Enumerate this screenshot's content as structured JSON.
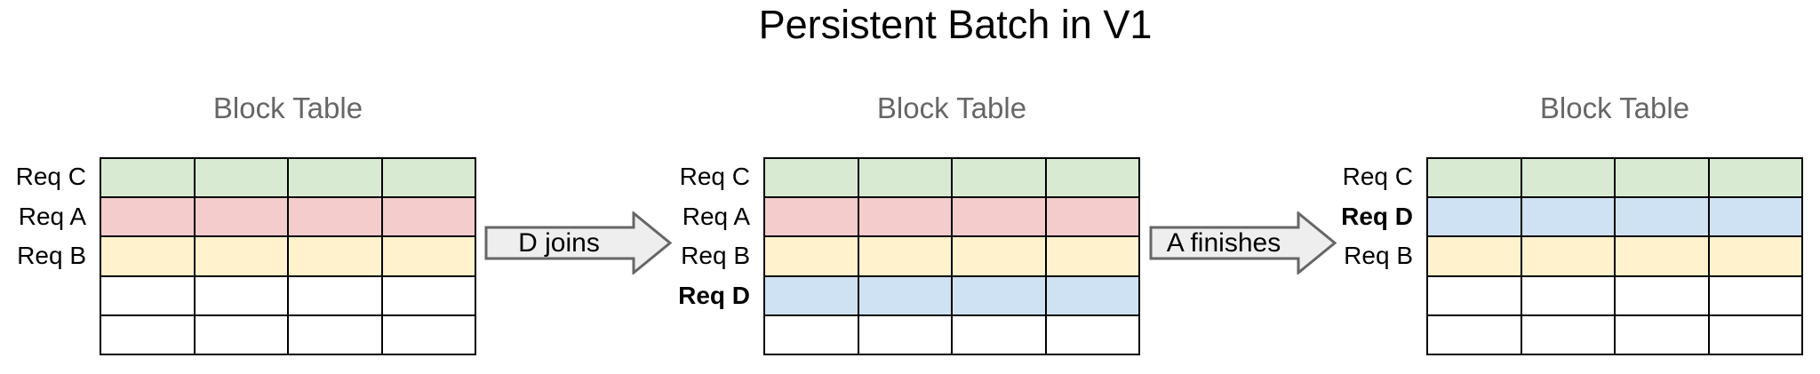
{
  "title": "Persistent Batch in V1",
  "colors": {
    "green": "#d9ead3",
    "red": "#f4cccc",
    "yellow": "#fff2cc",
    "blue": "#cfe2f3",
    "white": "#ffffff",
    "table_border": "#000000",
    "panel_title_gray": "#666666",
    "arrow_fill": "#eeeeee",
    "arrow_border": "#666666",
    "title_black": "#000000"
  },
  "arrows": [
    {
      "label": "D joins"
    },
    {
      "label": "A finishes"
    }
  ],
  "tables": [
    {
      "title": "Block Table",
      "columns": 4,
      "rows": [
        {
          "label": "Req C",
          "bold": false,
          "fill": "green"
        },
        {
          "label": "Req A",
          "bold": false,
          "fill": "red"
        },
        {
          "label": "Req B",
          "bold": false,
          "fill": "yellow"
        },
        {
          "label": "",
          "bold": false,
          "fill": "white"
        },
        {
          "label": "",
          "bold": false,
          "fill": "white"
        }
      ]
    },
    {
      "title": "Block Table",
      "columns": 4,
      "rows": [
        {
          "label": "Req C",
          "bold": false,
          "fill": "green"
        },
        {
          "label": "Req A",
          "bold": false,
          "fill": "red"
        },
        {
          "label": "Req B",
          "bold": false,
          "fill": "yellow"
        },
        {
          "label": "Req D",
          "bold": true,
          "fill": "blue"
        },
        {
          "label": "",
          "bold": false,
          "fill": "white"
        }
      ]
    },
    {
      "title": "Block Table",
      "columns": 4,
      "rows": [
        {
          "label": "Req C",
          "bold": false,
          "fill": "green"
        },
        {
          "label": "Req D",
          "bold": true,
          "fill": "blue"
        },
        {
          "label": "Req B",
          "bold": false,
          "fill": "yellow"
        },
        {
          "label": "",
          "bold": false,
          "fill": "white"
        },
        {
          "label": "",
          "bold": false,
          "fill": "white"
        }
      ]
    }
  ]
}
